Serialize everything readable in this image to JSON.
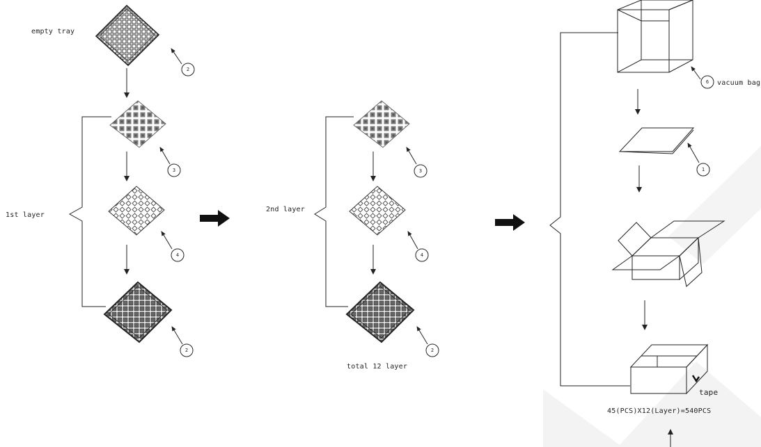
{
  "labels": {
    "empty_tray": "empty tray",
    "first_layer": "1st layer",
    "second_layer": "2nd layer",
    "total_layers": "total 12 layer",
    "vacuum_bag": "vacuum bag",
    "tape": "tape",
    "total_pcs": "45(PCS)X12(Layer)=540PCS"
  },
  "callouts": {
    "tray_top": "2",
    "layer1_a": "3",
    "layer1_b": "4",
    "layer1_c": "2",
    "layer2_a": "3",
    "layer2_b": "4",
    "layer2_c": "2",
    "vacuum_bag": "6",
    "sheet": "1"
  },
  "colors": {
    "line": "#222222",
    "watermark": "#f1f1f1"
  }
}
